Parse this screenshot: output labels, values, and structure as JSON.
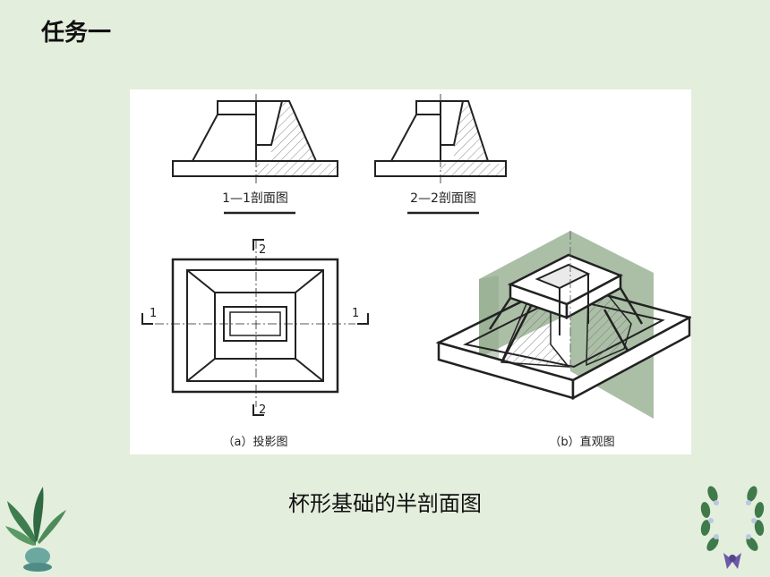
{
  "slide": {
    "title": "任务一",
    "caption": "杯形基础的半剖面图"
  },
  "figure": {
    "section_1_label": "1—1剖面图",
    "section_2_label": "2—2剖面图",
    "cut_mark_1": "1",
    "cut_mark_2": "2",
    "sub_a_caption": "（a）投影图",
    "sub_b_caption": "（b）直观图"
  },
  "colors": {
    "background": "#e4eedd",
    "line": "#222222",
    "cut_plane": "#8fa98a",
    "hatch": "#555555"
  },
  "decorations": [
    "palm-plant-icon",
    "laurel-wreath-icon"
  ]
}
